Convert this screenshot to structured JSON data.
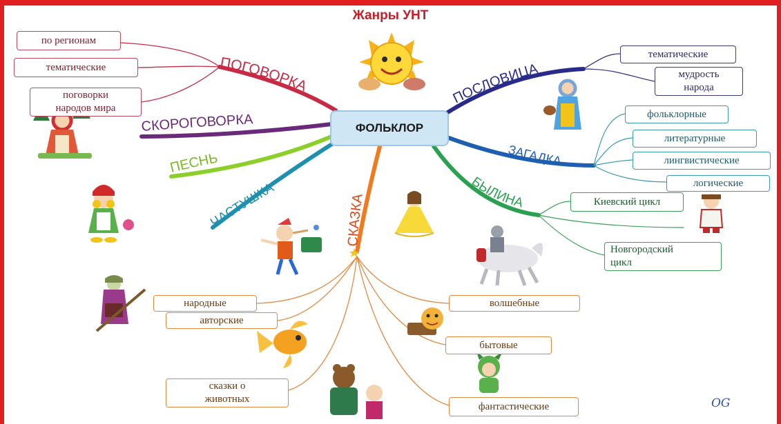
{
  "title": "Жанры УНТ",
  "center_label": "ФОЛЬКЛОР",
  "signature": "OG",
  "branches": {
    "pogovorka": "ПОГОВОРКА",
    "skorogovorka": "СКОРОГОВОРКА",
    "pesn": "ПЕСНЬ",
    "chastushka": "ЧАСТУШКА",
    "skazka": "СКАЗКА",
    "poslovitsa": "ПОСЛОВИЦА",
    "zagadka": "ЗАГАДКА",
    "bylina": "БЫЛИНА"
  },
  "pogovorka_items": [
    "по регионам",
    "тематические",
    "поговорки\nнародов мира"
  ],
  "poslovitsa_items": [
    "тематические",
    "мудрость\nнарода"
  ],
  "zagadka_items": [
    "фольклорные",
    "литературные",
    "лингвистические",
    "логические"
  ],
  "bylina_items": [
    "Киевский цикл",
    "Новгородский\nцикл"
  ],
  "skazka_items": [
    "народные",
    "авторские",
    "сказки о\nживотных",
    "волшебные",
    "бытовые",
    "фантастические"
  ],
  "colors": {
    "frame": "#e02020",
    "pogovorka": "#c62a44",
    "skorogovorka": "#6a2a7a",
    "pesn": "#8ccf2a",
    "chastushka": "#1f8fb0",
    "skazka": "#f07a20",
    "poslovitsa": "#2a2a8a",
    "zagadka": "#1f5fb0",
    "bylina": "#2aa050"
  },
  "illustrations": [
    "sun-illustration",
    "girl-with-basket-illustration",
    "red-riding-hood-illustration",
    "little-girl-illustration",
    "pinocchio-illustration",
    "princess-illustration",
    "knight-on-horse-illustration",
    "bogatyr-illustration",
    "baba-yaga-illustration",
    "goldfish-illustration",
    "kolobok-illustration",
    "bears-illustration",
    "dragon-illustration"
  ]
}
